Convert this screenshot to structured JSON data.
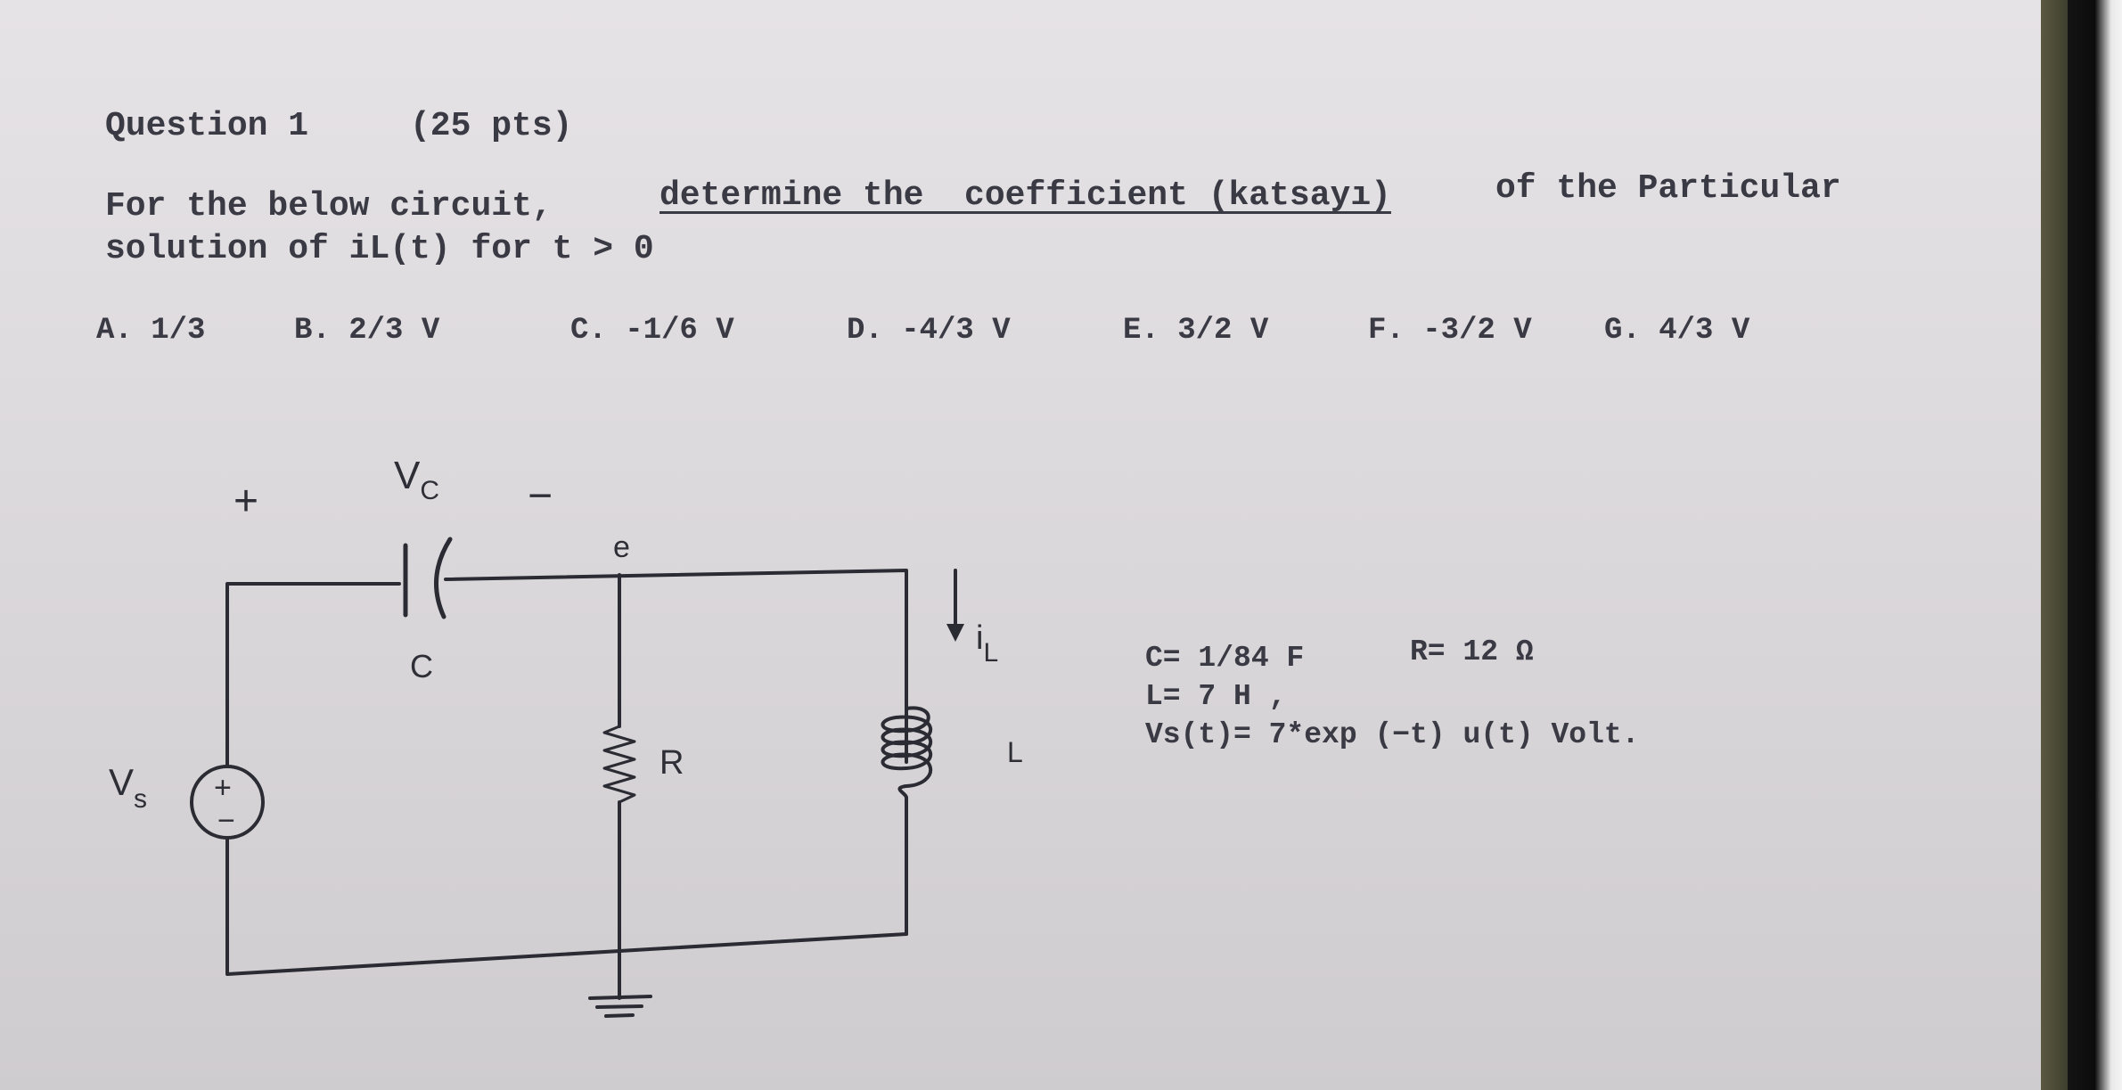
{
  "question": {
    "heading": "Question 1",
    "points": "(25 pts)",
    "prompt_part1": "For the below circuit,",
    "prompt_underlined": "determine the  coefficient (katsayı)",
    "prompt_part2": "of the Particular",
    "prompt_line2": "solution of iL(t) for t > 0"
  },
  "choices": [
    "A. 1/3",
    "B. 2/3 V",
    "C. -1/6 V",
    "D. -4/3 V",
    "E. 3/2 V",
    "F. -3/2 V",
    "G. 4/3 V"
  ],
  "circuit": {
    "plus_sign": "+",
    "minus_sign": "−",
    "vc_label": "V",
    "vc_sub": "C",
    "node_label": "e",
    "capacitor_label": "C",
    "resistor_label": "R",
    "inductor_label": "L",
    "il_label": "i",
    "il_sub": "L",
    "vs_label": "V",
    "vs_sub": "s",
    "source_plus": "+",
    "source_minus": "−"
  },
  "parameters": {
    "c_value": "C= 1/84 F",
    "r_value": "R= 12 Ω",
    "l_value": "L= 7 H ,",
    "vs_value": "Vs(t)= 7*exp (−t) u(t) Volt."
  },
  "colors": {
    "paper": "#dcd9dc",
    "ink": "#3a3a44",
    "wire": "#2b2b33"
  }
}
